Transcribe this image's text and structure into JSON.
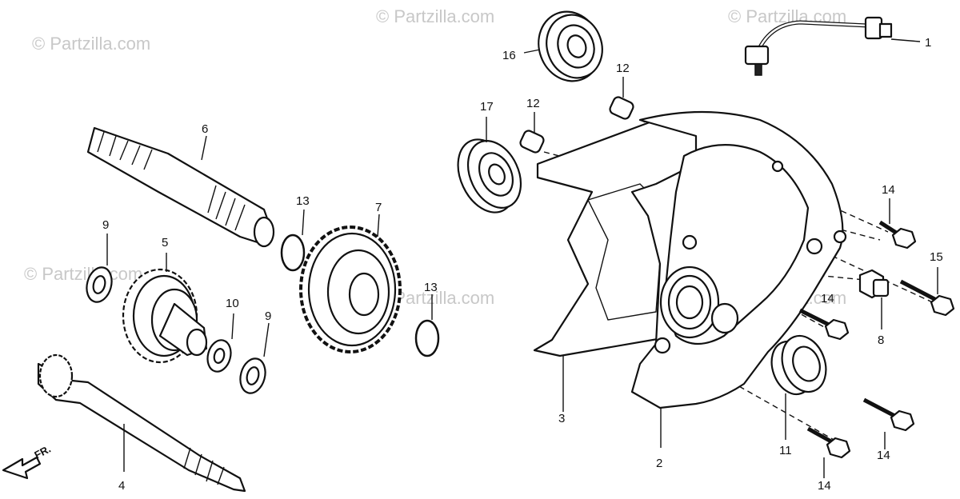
{
  "watermark": "© Partzilla.com",
  "front_indicator": "FR.",
  "callouts": [
    "1",
    "2",
    "3",
    "4",
    "5",
    "6",
    "7",
    "8",
    "9",
    "9",
    "10",
    "11",
    "12",
    "12",
    "13",
    "13",
    "14",
    "14",
    "14",
    "14",
    "15",
    "16",
    "17"
  ],
  "colors": {
    "line": "#111111",
    "watermark": "#c8c8c8",
    "background": "#ffffff"
  }
}
